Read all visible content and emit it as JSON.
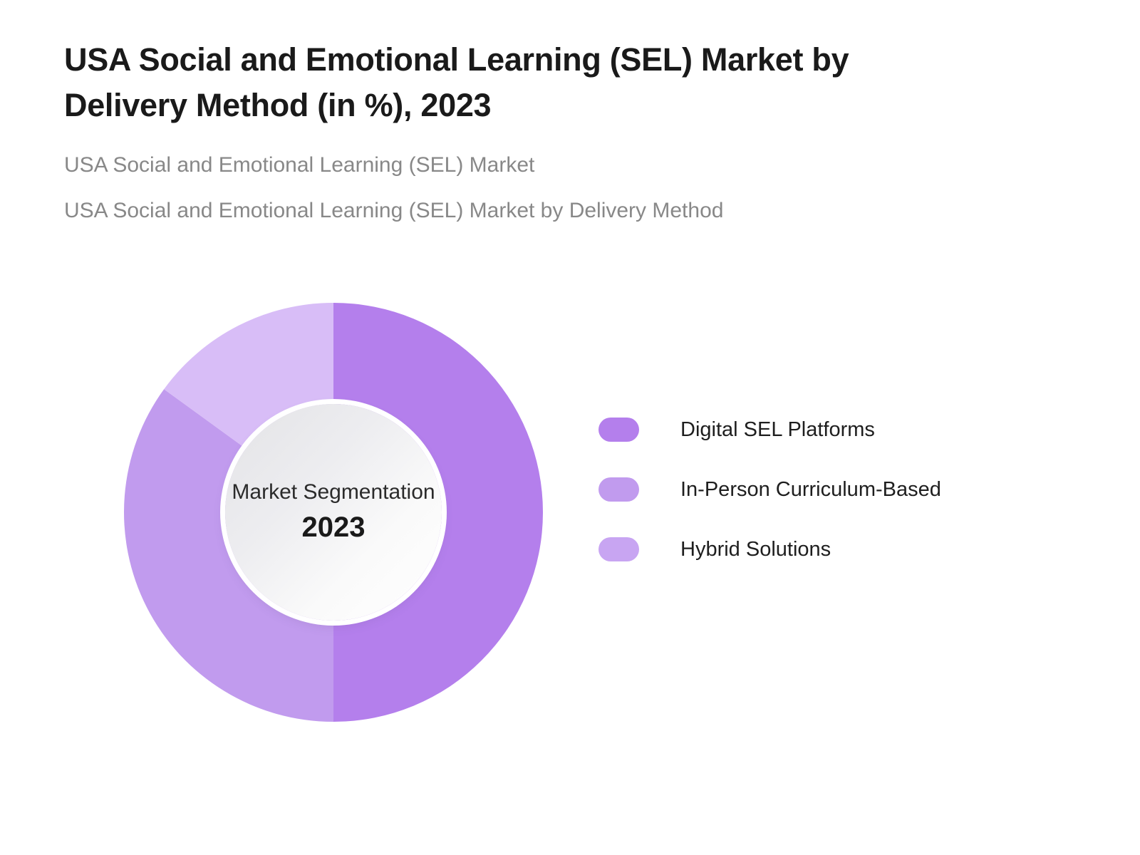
{
  "header": {
    "title": "USA Social and Emotional Learning (SEL) Market by Delivery Method (in %), 2023",
    "subtitle_1": "USA Social and Emotional Learning (SEL) Market",
    "subtitle_2": "USA Social and Emotional Learning (SEL) Market by Delivery Method"
  },
  "donut": {
    "center_label": "Market Segmentation",
    "center_value": "2023"
  },
  "legend": {
    "items": [
      {
        "label": "Digital SEL Platforms",
        "color": "#b47fec"
      },
      {
        "label": "In-Person Curriculum-Based",
        "color": "#c19bee"
      },
      {
        "label": "Hybrid Solutions",
        "color": "#c8a5f2"
      }
    ]
  },
  "chart_data": {
    "type": "pie",
    "variant": "donut",
    "title": "USA Social and Emotional Learning (SEL) Market by Delivery Method (in %), 2023",
    "subtitle": "USA Social and Emotional Learning (SEL) Market by Delivery Method",
    "unit": "%",
    "center_text": "Market Segmentation",
    "center_value": "2023",
    "start_angle_deg": 0,
    "direction": "clockwise",
    "legend_position": "right",
    "categories": [
      "Digital SEL Platforms",
      "In-Person Curriculum-Based",
      "Hybrid Solutions"
    ],
    "values": [
      50,
      35,
      15
    ],
    "colors": [
      "#b47fec",
      "#c19bee",
      "#d8bdf7"
    ],
    "slices": [
      {
        "label": "Digital SEL Platforms",
        "value": 50,
        "color": "#b47fec",
        "start_deg": 0,
        "end_deg": 180
      },
      {
        "label": "In-Person Curriculum-Based",
        "value": 35,
        "color": "#c19bee",
        "start_deg": 180,
        "end_deg": 306
      },
      {
        "label": "Hybrid Solutions",
        "value": 15,
        "color": "#d8bdf7",
        "start_deg": 306,
        "end_deg": 360
      }
    ]
  }
}
